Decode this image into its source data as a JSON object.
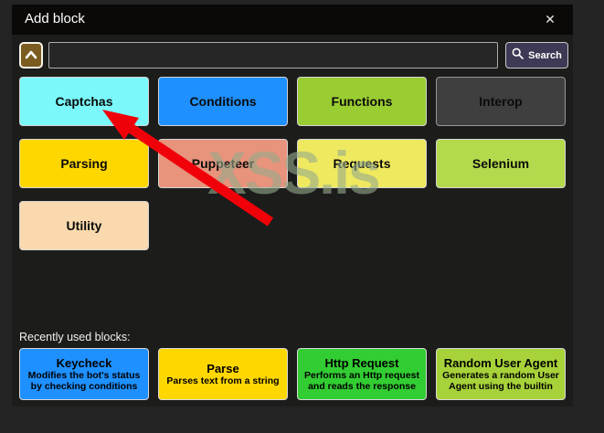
{
  "window": {
    "title": "Add block",
    "close_icon": "✕"
  },
  "search": {
    "input_value": "",
    "button_label": "Search"
  },
  "categories": [
    {
      "label": "Captchas",
      "bg": "#7af8fa"
    },
    {
      "label": "Conditions",
      "bg": "#1e90ff"
    },
    {
      "label": "Functions",
      "bg": "#9acd32"
    },
    {
      "label": "Interop",
      "bg": "#3f3f3f"
    },
    {
      "label": "Parsing",
      "bg": "#ffd700"
    },
    {
      "label": "Puppeteer",
      "bg": "#e8937c"
    },
    {
      "label": "Requests",
      "bg": "#efe95f"
    },
    {
      "label": "Selenium",
      "bg": "#b3d94c"
    },
    {
      "label": "Utility",
      "bg": "#f9d9ad"
    }
  ],
  "watermark": {
    "text": "XSS.is",
    "color": "#94aa8c"
  },
  "recent": {
    "label": "Recently used blocks:",
    "blocks": [
      {
        "title": "Keycheck",
        "description": "Modifies the bot's status by checking conditions",
        "bg": "#1e90ff"
      },
      {
        "title": "Parse",
        "description": "Parses text from a string",
        "bg": "#ffd700"
      },
      {
        "title": "Http Request",
        "description": "Performs an Http request and reads the response",
        "bg": "#32cd32"
      },
      {
        "title": "Random User Agent",
        "description": "Generates a random User Agent using the builtin",
        "bg": "#a7d239"
      }
    ]
  },
  "annotation": {
    "arrow_color": "#f00109"
  },
  "colors": {
    "outer_bg": "#242424",
    "dialog_bg": "#1c1c1b",
    "titlebar_bg": "#0b0907",
    "collapse_button_bg": "#7b5c20",
    "search_button_bg": "#3e3a55"
  }
}
